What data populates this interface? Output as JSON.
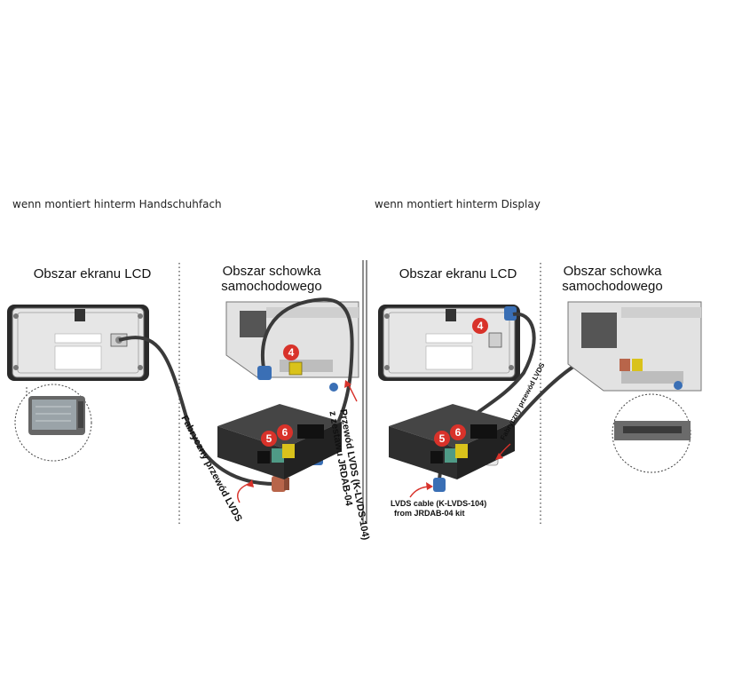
{
  "captions": {
    "left_setup": "wenn montiert hinterm Handschuhfach",
    "right_setup": "wenn montiert hinterm Display"
  },
  "left_panel": {
    "lcd_area_title": "Obszar ekranu LCD",
    "glovebox_area_title_line1": "Obszar schowka",
    "glovebox_area_title_line2": "samochodowego",
    "factory_cable_label": "Fabryczny przewód LVDS",
    "kit_cable_label_line1": "Przewód LVDS (K-LVDS-104)",
    "kit_cable_label_line2": "z zestawu JRDAB-04",
    "markers": [
      "4",
      "5",
      "6"
    ]
  },
  "right_panel": {
    "lcd_area_title": "Obszar ekranu LCD",
    "glovebox_area_title_line1": "Obszar schowka",
    "glovebox_area_title_line2": "samochodowego",
    "factory_cable_label": "Fabryczny przewód LVDS",
    "kit_cable_label_line1": "LVDS cable (K-LVDS-104)",
    "kit_cable_label_line2": "from JRDAB-04 kit",
    "markers": [
      "4",
      "5",
      "6"
    ]
  },
  "colors": {
    "marker_red": "#d8322a",
    "connector_blue": "#3a6fb5",
    "connector_green": "#4f9a86",
    "connector_yellow": "#d9c21b",
    "connector_brown": "#b8654a",
    "cable": "#3a3a3a",
    "module_box": "#2e2e2e"
  }
}
